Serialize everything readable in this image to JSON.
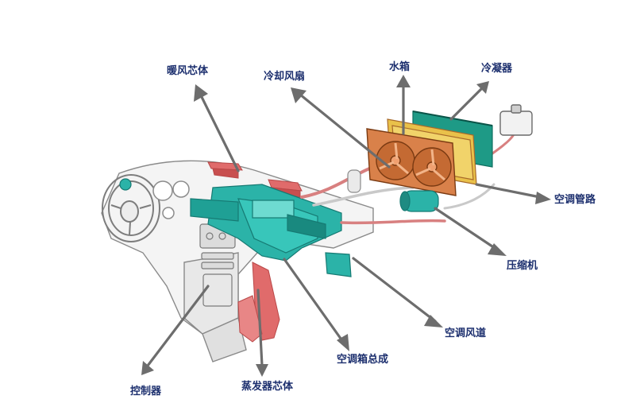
{
  "callouts": {
    "heater_core": "暖风芯体",
    "cooling_fan": "冷却风扇",
    "radiator": "水箱",
    "condenser": "冷凝器",
    "ac_pipe": "空调管路",
    "compressor": "压缩机",
    "ac_duct": "空调风道",
    "hvac_box": "空调箱总成",
    "evaporator_core": "蒸发器芯体",
    "controller": "控制器"
  },
  "colors": {
    "label_text": "#1c2f6e",
    "leader_line": "#6d6d6d",
    "hvac_teal": "#2bb3a8",
    "radiator_copper": "#d9814a",
    "condenser_green": "#1e9a86",
    "duct_red": "#e06b6b"
  }
}
